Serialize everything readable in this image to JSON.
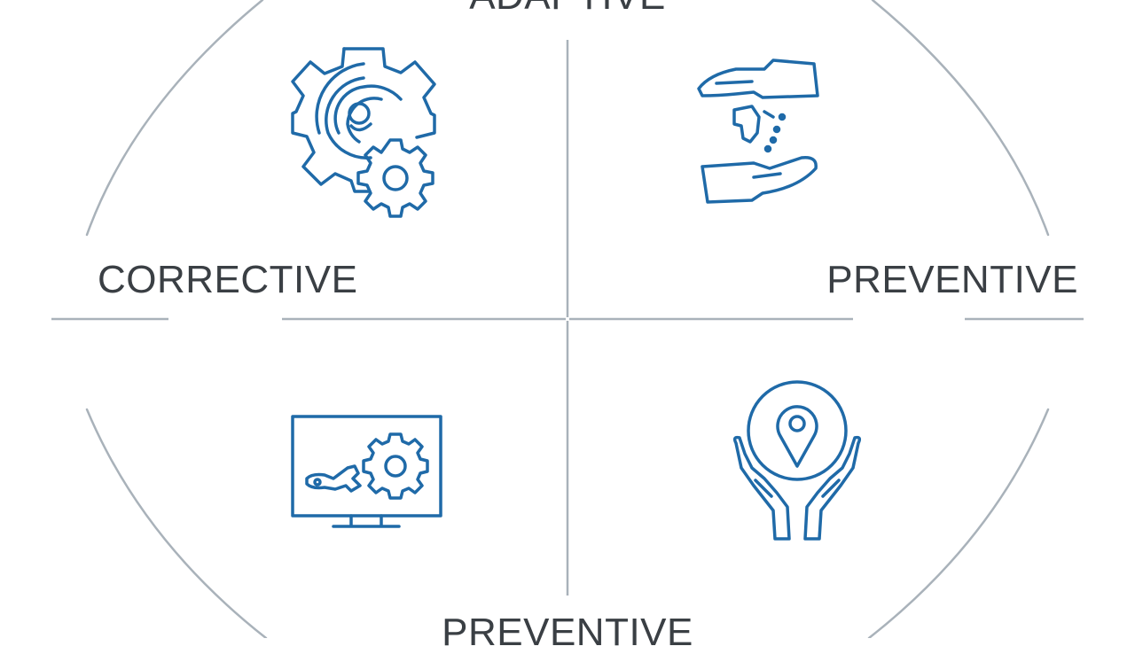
{
  "colors": {
    "line": "#a9b2ba",
    "icon": "#1f6aa8",
    "text": "#3a3f44",
    "background": "#ffffff"
  },
  "labels": {
    "top": "ADAPTIVE",
    "left": "CORRECTIVE",
    "right": "PREVENTIVE",
    "bottom": "PREVENTIVE"
  },
  "icons": {
    "top_left": "gears-icon",
    "top_right": "hands-sprinkle-icon",
    "bottom_left": "monitor-repair-icon",
    "bottom_right": "hands-location-pin-icon"
  }
}
